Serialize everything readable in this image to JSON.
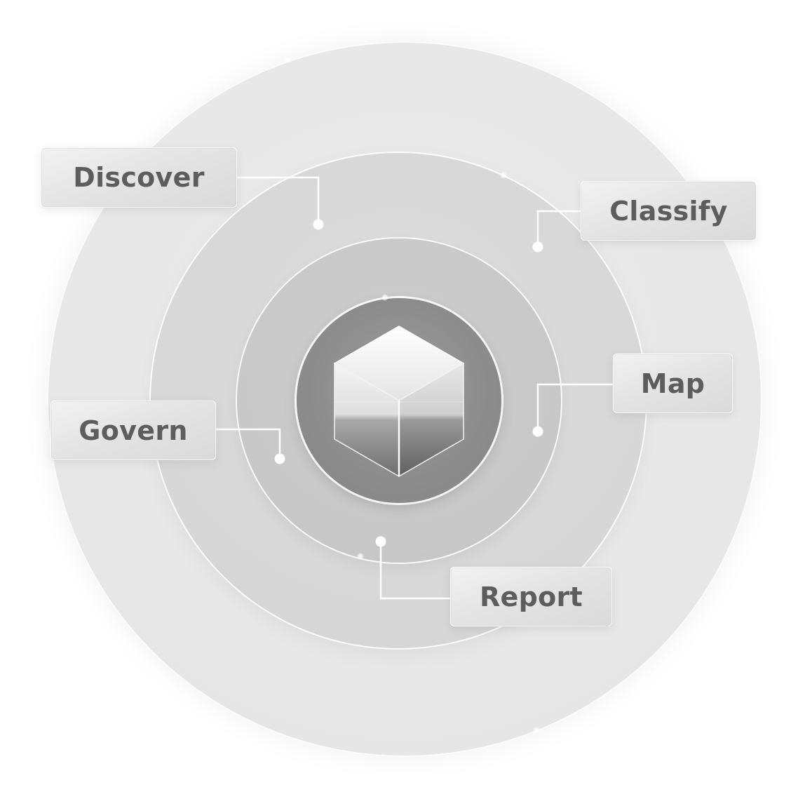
{
  "diagram": {
    "center_icon": "cube-icon",
    "stages": [
      {
        "id": "discover",
        "label": "Discover"
      },
      {
        "id": "classify",
        "label": "Classify"
      },
      {
        "id": "map",
        "label": "Map"
      },
      {
        "id": "govern",
        "label": "Govern"
      },
      {
        "id": "report",
        "label": "Report"
      }
    ],
    "colors": {
      "label_text": "#5d5d5d",
      "connector": "#ffffff",
      "dot": "#ffffff"
    }
  }
}
